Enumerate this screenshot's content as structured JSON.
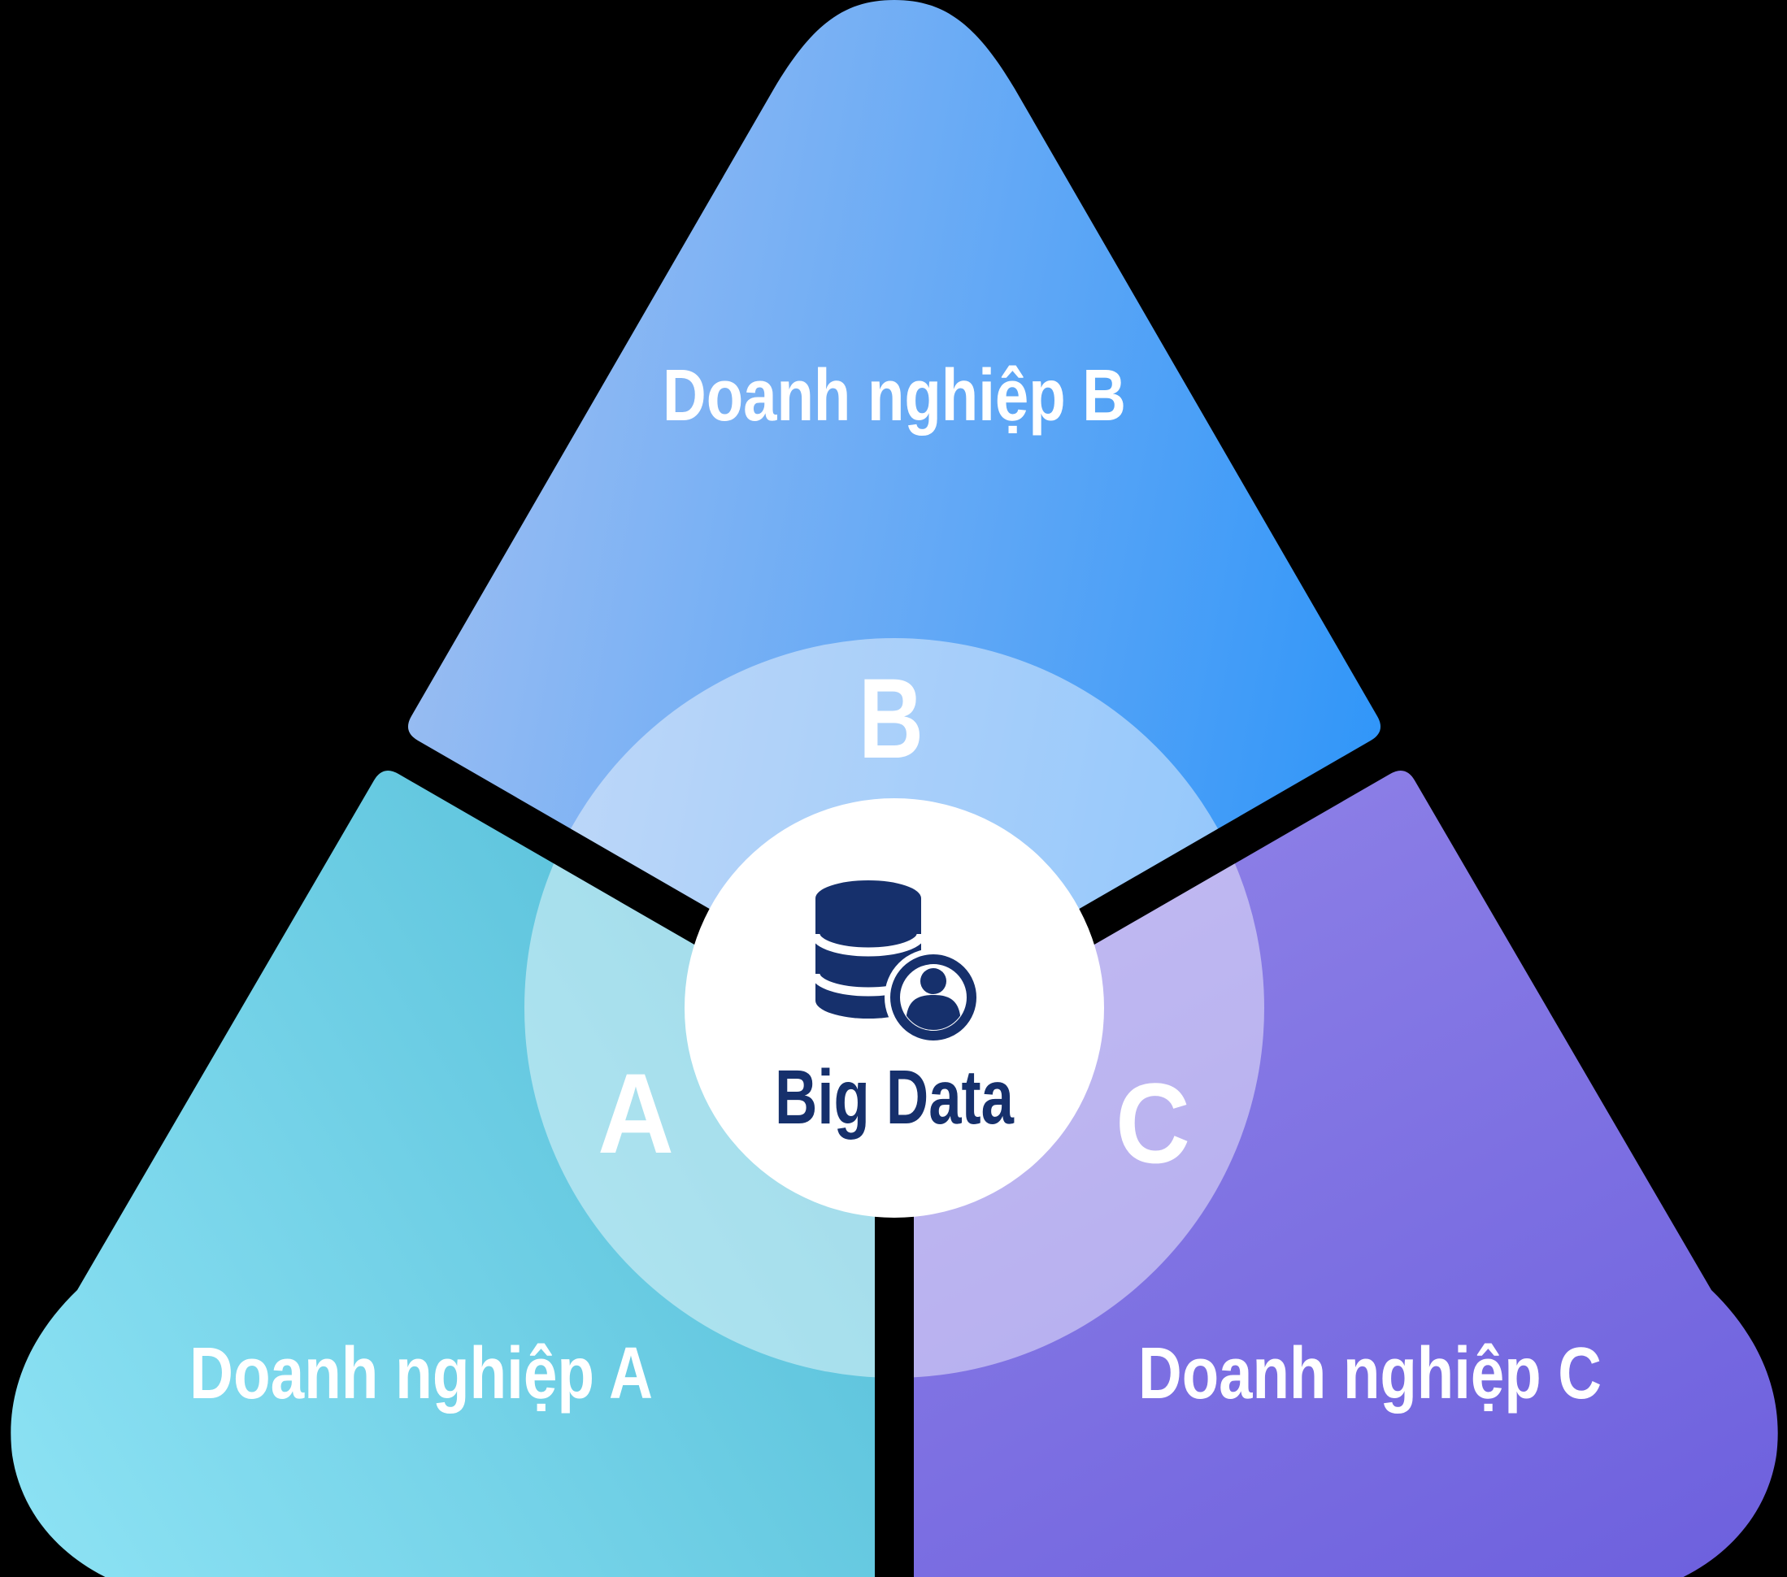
{
  "diagram": {
    "type": "segmented-triangle-venn",
    "center": {
      "label": "Big Data",
      "icon": "database-user-icon",
      "text_color": "#16306C",
      "circle_color": "#FFFFFF"
    },
    "halo": {
      "color": "#FFFFFF",
      "opacity": "0.45"
    },
    "background_color": "#000000",
    "segments": [
      {
        "letter": "B",
        "label": "Doanh nghiệp B",
        "position": "top",
        "gradient_from": "#9ABDF2",
        "gradient_to": "#2E95F9"
      },
      {
        "letter": "A",
        "label": "Doanh nghiệp A",
        "position": "bottom-left",
        "gradient_from": "#56BFD9",
        "gradient_to": "#8BE1F3"
      },
      {
        "letter": "C",
        "label": "Doanh nghiệp C",
        "position": "bottom-right",
        "gradient_from": "#8B7EE6",
        "gradient_to": "#6E61DE"
      }
    ]
  }
}
